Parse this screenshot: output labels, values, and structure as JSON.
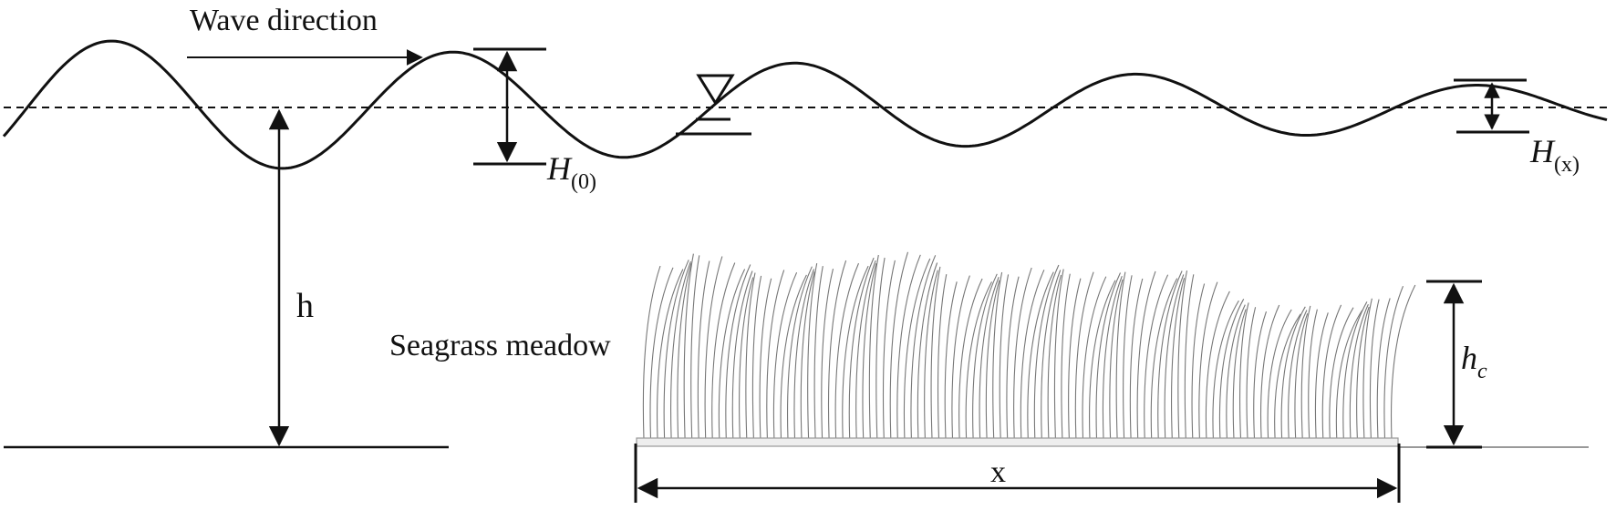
{
  "labels": {
    "wave_direction": "Wave direction",
    "wave_height_start": "H",
    "wave_height_start_sub": "(0)",
    "wave_height_end": "H",
    "wave_height_end_sub": "(x)",
    "water_depth": "h",
    "seagrass_meadow": "Seagrass meadow",
    "canopy_height": "h",
    "canopy_height_sub": "c",
    "meadow_length": "x"
  },
  "colors": {
    "line": "#111111",
    "seagrass": "#777777",
    "seabed": "#999999",
    "background": "#ffffff"
  },
  "symbols": {
    "free_surface": "water-level-triangle-icon"
  }
}
